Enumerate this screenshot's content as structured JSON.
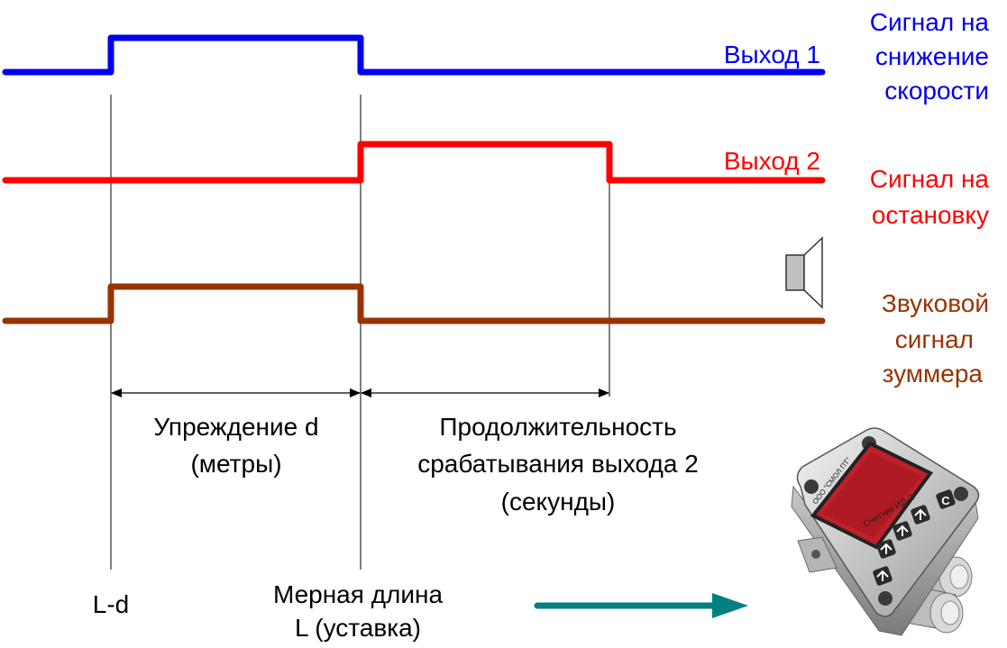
{
  "colors": {
    "output1": "#0000ee",
    "output2": "#ff0000",
    "buzzer": "#993300",
    "arrow": "#008080",
    "guide": "#000000"
  },
  "signals": {
    "out1": {
      "label": "Выход 1",
      "desc": [
        "Сигнал на",
        "снижение",
        "скорости"
      ]
    },
    "out2": {
      "label": "Выход 2",
      "desc": [
        "Сигнал на",
        "остановку"
      ]
    },
    "buzzer": {
      "desc": [
        "Звуковой",
        "сигнал",
        "зуммера"
      ],
      "icon": "speaker-icon"
    }
  },
  "intervals": {
    "lead": [
      "Упреждение d",
      "(метры)"
    ],
    "duration": [
      "Продолжительность",
      "срабатывания выхода 2",
      "(секунды)"
    ]
  },
  "markers": {
    "ld": "L-d",
    "length": [
      "Мерная длина",
      "L (уставка)"
    ]
  },
  "device": {
    "icon": "counter-device-icon",
    "maker": "ООО \"СМОЛ ПТ\"",
    "model": "Счетчик ИД-2",
    "button_c": "C"
  }
}
